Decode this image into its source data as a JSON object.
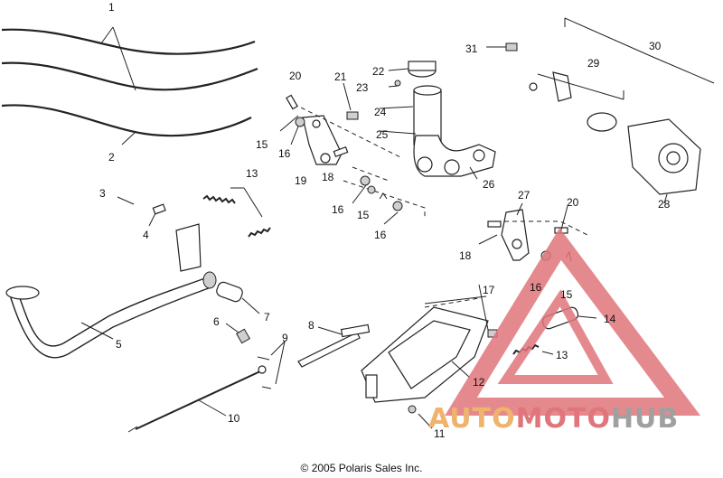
{
  "callouts": {
    "c1": "1",
    "c2": "2",
    "c3": "3",
    "c4": "4",
    "c5": "5",
    "c6": "6",
    "c7": "7",
    "c8": "8",
    "c9": "9",
    "c10": "10",
    "c11": "11",
    "c12": "12",
    "c13a": "13",
    "c13b": "13",
    "c14": "14",
    "c15a": "15",
    "c15b": "15",
    "c15c": "15",
    "c16a": "16",
    "c16b": "16",
    "c16c": "16",
    "c16d": "16",
    "c17": "17",
    "c18a": "18",
    "c18b": "18",
    "c19": "19",
    "c20a": "20",
    "c20b": "20",
    "c21": "21",
    "c22": "22",
    "c23": "23",
    "c24": "24",
    "c25": "25",
    "c26": "26",
    "c27": "27",
    "c28": "28",
    "c29": "29",
    "c30": "30",
    "c31": "31"
  },
  "copyright": "© 2005 Polaris Sales Inc.",
  "watermark": {
    "part1": "AUTO",
    "part2": "MOTO",
    "part3": "HUB",
    "colors": {
      "orange": "#f0b36e",
      "red": "#e0767b",
      "gray": "#a0a0a0"
    }
  }
}
